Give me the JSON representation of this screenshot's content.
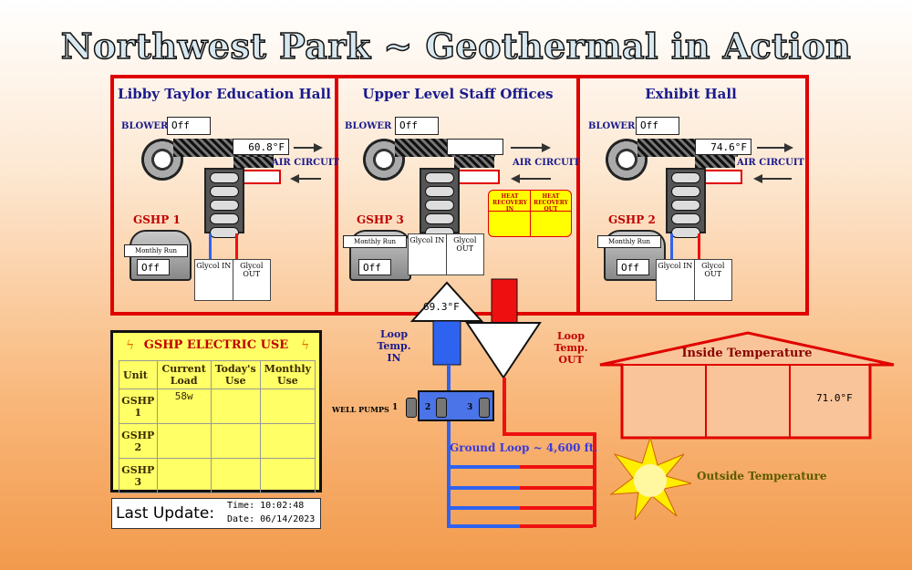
{
  "title": "Northwest Park ~ Geothermal in Action",
  "panels": [
    {
      "name": "Libby Taylor Education Hall",
      "blower_label": "BLOWER",
      "blower_value": "Off",
      "air_temp": "60.8°F",
      "air_circuit": "AIR CIRCUIT",
      "gshp_label": "GSHP 1",
      "monthly_run": "Monthly Run",
      "gshp_state": "Off",
      "glycol_in": "Glycol IN",
      "glycol_out": "Glycol OUT"
    },
    {
      "name": "Upper Level Staff Offices",
      "blower_label": "BLOWER",
      "blower_value": "Off",
      "air_temp": "",
      "air_circuit": "AIR CIRCUIT",
      "gshp_label": "GSHP 3",
      "monthly_run": "Monthly Run",
      "gshp_state": "Off",
      "glycol_in": "Glycol IN",
      "glycol_out": "Glycol OUT",
      "heat_recovery_in": "HEAT RECOVERY IN",
      "heat_recovery_out": "HEAT RECOVERY OUT"
    },
    {
      "name": "Exhibit Hall",
      "blower_label": "BLOWER",
      "blower_value": "Off",
      "air_temp": "74.6°F",
      "air_circuit": "AIR CIRCUIT",
      "gshp_label": "GSHP 2",
      "monthly_run": "Monthly Run",
      "gshp_state": "Off",
      "glycol_in": "Glycol IN",
      "glycol_out": "Glycol OUT"
    }
  ],
  "loop": {
    "in_temp": "69.3°F",
    "in_label_1": "Loop Temp.",
    "in_label_2": "IN",
    "out_label_1": "Loop Temp.",
    "out_label_2": "OUT"
  },
  "well_pumps": {
    "label": "WELL PUMPS",
    "n1": "1",
    "n2": "2",
    "n3": "3"
  },
  "ground_loop": "Ground Loop ~ 4,600 ft.",
  "electric": {
    "title": "GSHP ELECTRIC USE",
    "headers": [
      "Unit",
      "Current Load",
      "Today's Use",
      "Monthly Use"
    ],
    "rows": [
      {
        "unit": "GSHP 1",
        "current": "58w",
        "today": "",
        "monthly": ""
      },
      {
        "unit": "GSHP 2",
        "current": "",
        "today": "",
        "monthly": ""
      },
      {
        "unit": "GSHP 3",
        "current": "",
        "today": "",
        "monthly": ""
      }
    ]
  },
  "last_update": {
    "label": "Last Update:",
    "time": "Time: 10:02:48",
    "date": "Date: 06/14/2023"
  },
  "inside": {
    "label": "Inside Temperature",
    "value": "71.0°F"
  },
  "outside": {
    "label": "Outside Temperature"
  },
  "colors": {
    "frame_red": "#e00000",
    "pipe_blue": "#2e63f0",
    "pipe_red": "#ee1010",
    "panel_yellow": "#ffff66"
  }
}
